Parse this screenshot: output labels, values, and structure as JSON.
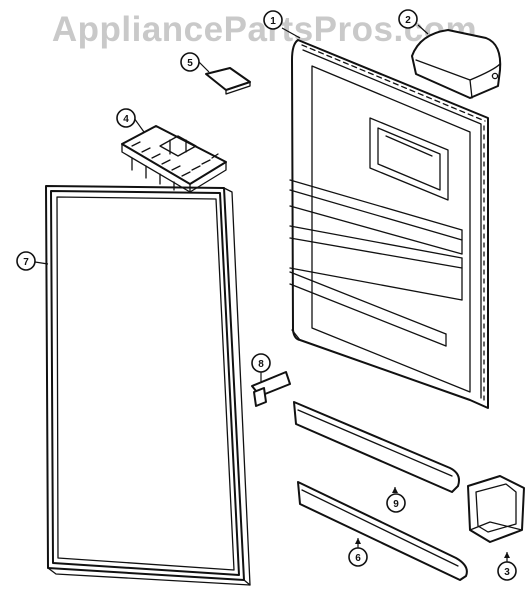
{
  "watermark": "AppliancePartsPros.com",
  "callouts": [
    "1",
    "2",
    "3",
    "4",
    "5",
    "6",
    "7",
    "8",
    "9"
  ]
}
